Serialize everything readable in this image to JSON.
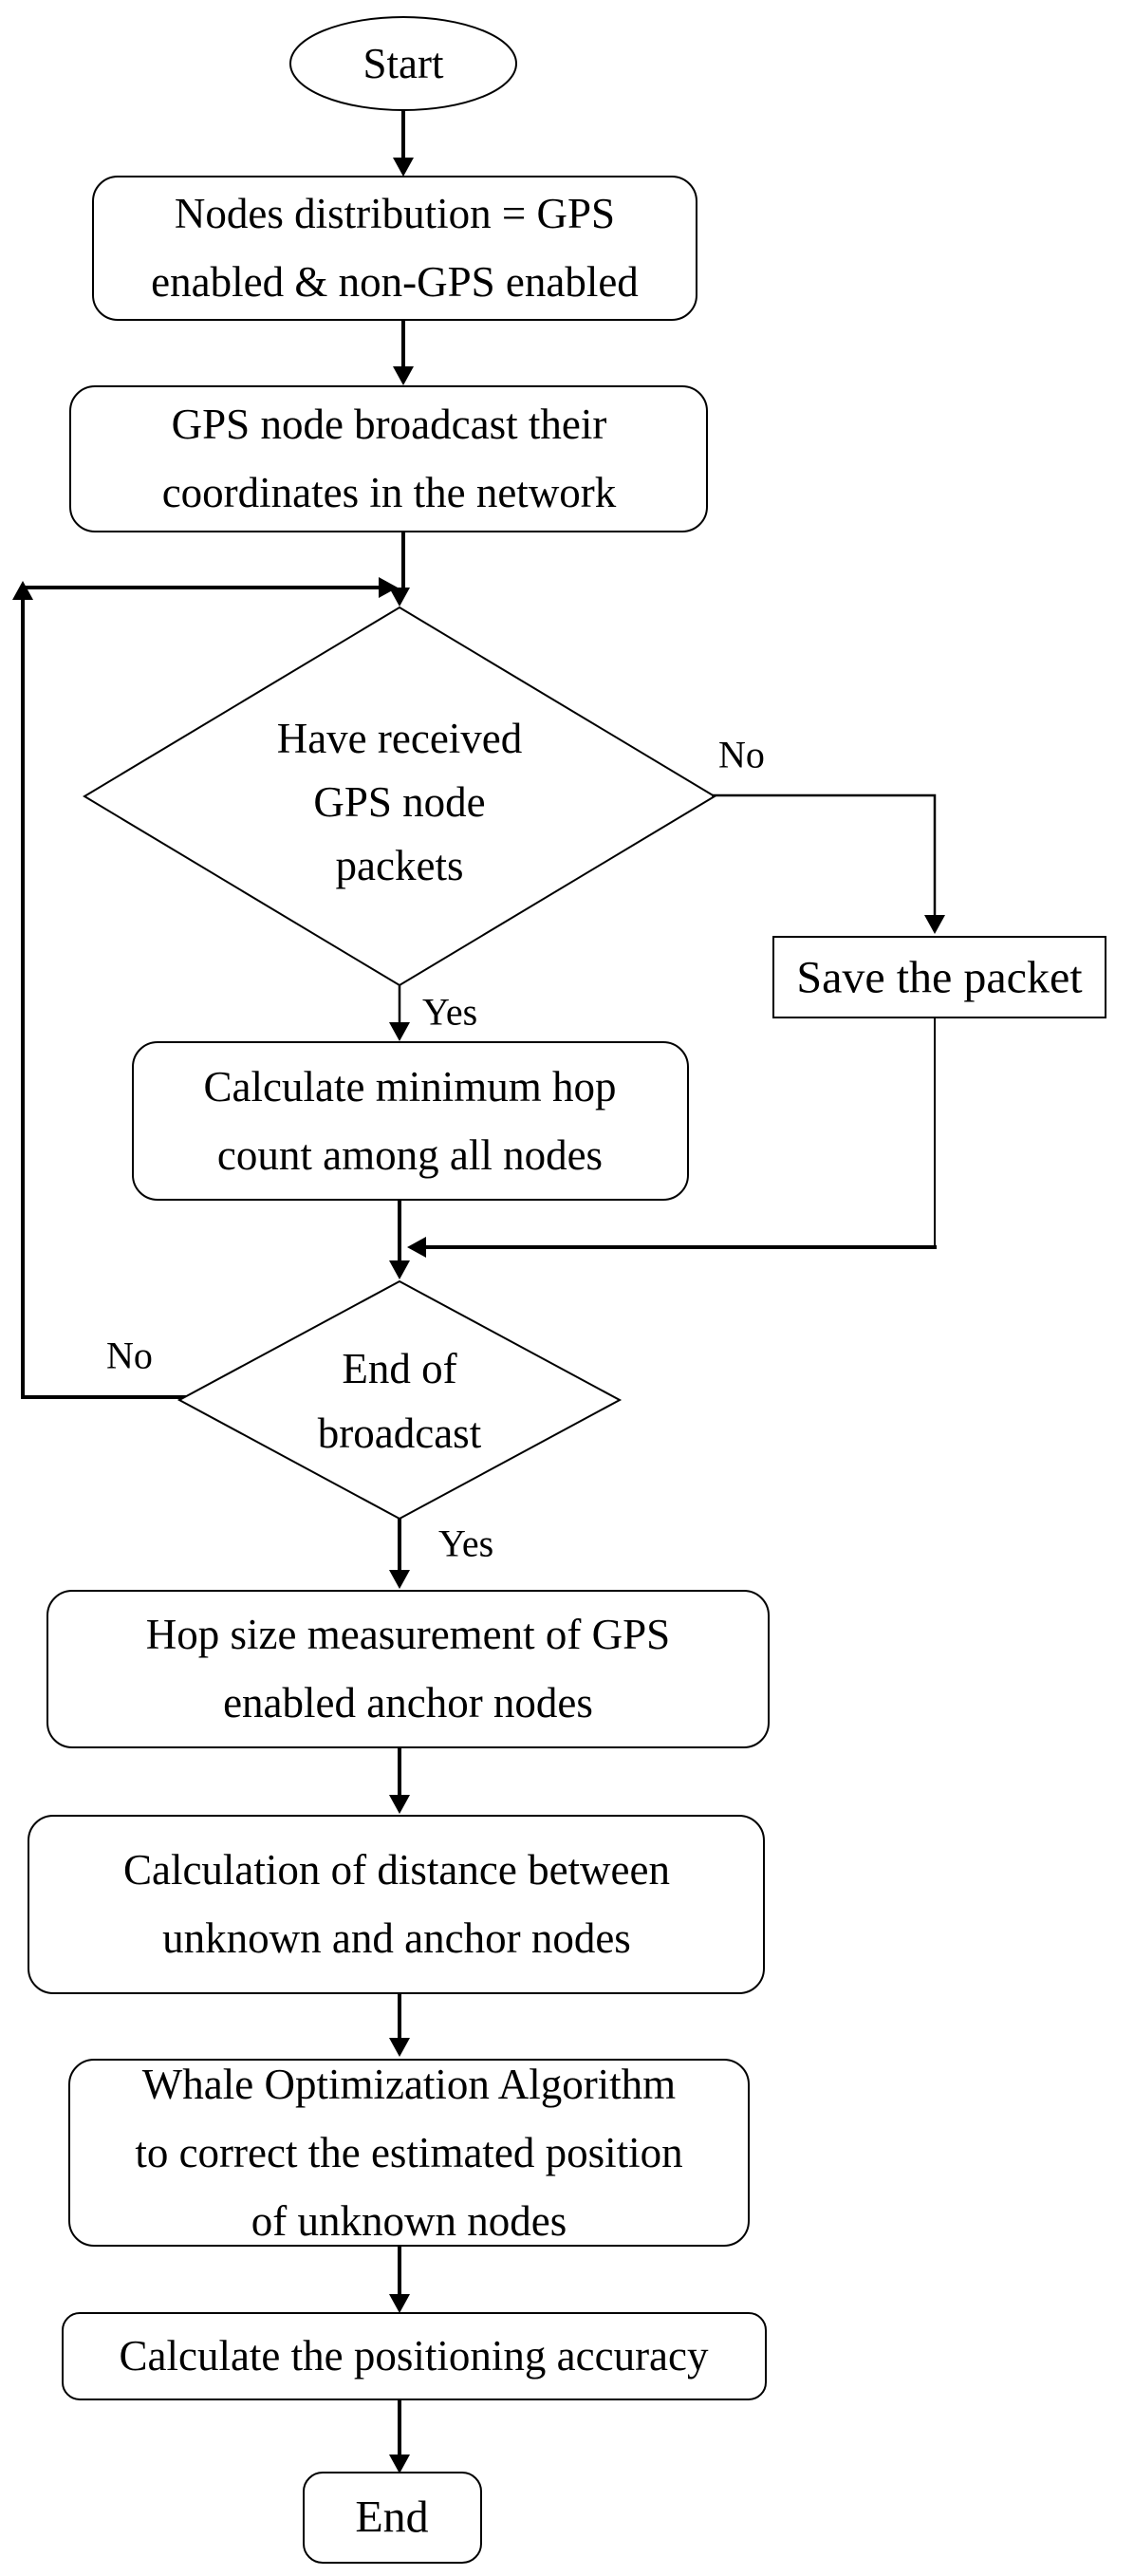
{
  "flowchart": {
    "start": {
      "label": "Start"
    },
    "distribution": {
      "lines": [
        "Nodes distribution = GPS",
        "enabled & non-GPS enabled"
      ]
    },
    "broadcast": {
      "lines": [
        "GPS node broadcast their",
        "coordinates in the network"
      ]
    },
    "decision_received": {
      "lines": [
        "Have received",
        "GPS node",
        "packets"
      ]
    },
    "save_packet": {
      "label": "Save the packet"
    },
    "calc_hop": {
      "lines": [
        "Calculate minimum hop",
        "count among all nodes"
      ]
    },
    "decision_end": {
      "lines": [
        "End of",
        "broadcast"
      ]
    },
    "hop_size": {
      "lines": [
        "Hop size measurement of GPS",
        "enabled anchor nodes"
      ]
    },
    "calc_distance": {
      "lines": [
        "Calculation of distance between",
        "unknown and anchor nodes"
      ]
    },
    "woa": {
      "lines": [
        "Whale Optimization Algorithm",
        "to correct the estimated position",
        "of unknown nodes"
      ]
    },
    "accuracy": {
      "label": "Calculate the positioning accuracy"
    },
    "end": {
      "label": "End"
    },
    "branch_labels": {
      "received_no": "No",
      "received_yes": "Yes",
      "end_no": "No",
      "end_yes": "Yes"
    },
    "colors": {
      "background": "#ffffff",
      "line": "#000000"
    }
  }
}
